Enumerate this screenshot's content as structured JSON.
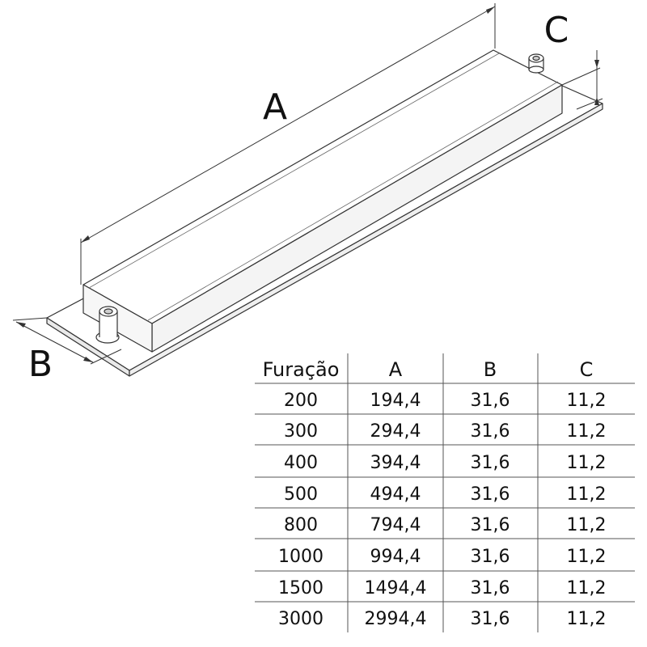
{
  "labels": {
    "a": "A",
    "b": "B",
    "c": "C"
  },
  "table": {
    "headers": [
      "Furação",
      "A",
      "B",
      "C"
    ],
    "rows": [
      [
        "200",
        "194,4",
        "31,6",
        "11,2"
      ],
      [
        "300",
        "294,4",
        "31,6",
        "11,2"
      ],
      [
        "400",
        "394,4",
        "31,6",
        "11,2"
      ],
      [
        "500",
        "494,4",
        "31,6",
        "11,2"
      ],
      [
        "800",
        "794,4",
        "31,6",
        "11,2"
      ],
      [
        "1000",
        "994,4",
        "31,6",
        "11,2"
      ],
      [
        "1500",
        "1494,4",
        "31,6",
        "11,2"
      ],
      [
        "3000",
        "2994,4",
        "31,6",
        "11,2"
      ]
    ]
  }
}
